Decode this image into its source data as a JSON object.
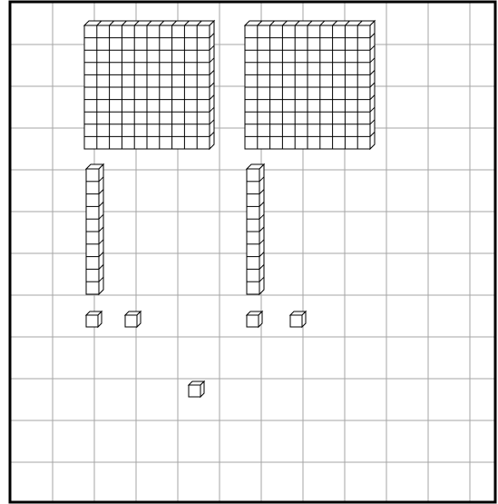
{
  "diagram": {
    "kind": "base-ten-blocks",
    "groups": [
      {
        "flats": 1,
        "rods": 1,
        "units": 2
      },
      {
        "flats": 1,
        "rods": 1,
        "units": 2
      }
    ],
    "extra_units": 1
  },
  "colors": {
    "background": "#ffffff",
    "grid_line": "#a6a6a6",
    "block_fill": "#ffffff",
    "block_stroke": "#000000",
    "frame": "#000000"
  }
}
